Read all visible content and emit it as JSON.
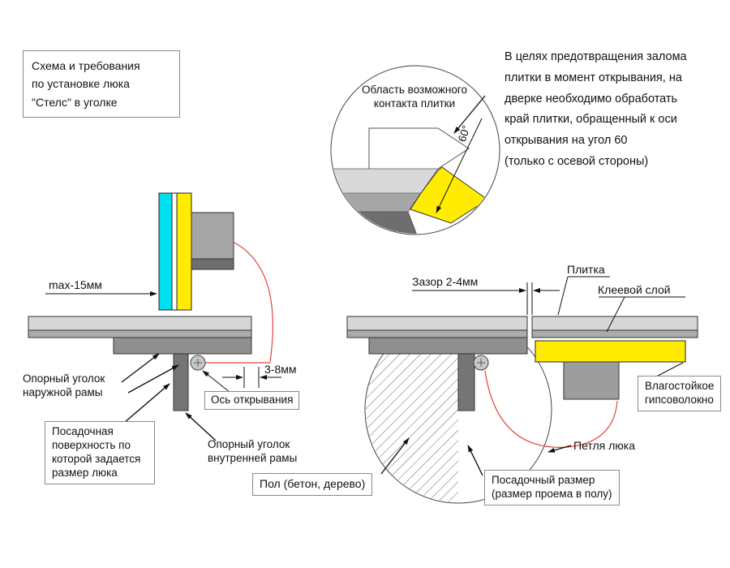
{
  "colors": {
    "cyan": "#00dff0",
    "yellow": "#ffec00",
    "red": "#e8413c"
  },
  "title_box": {
    "text": "Схема и требования\nпо установке люка\n\"Стелс\" в уголке"
  },
  "note": {
    "text": "В целях предотвращения залома\nплитки в момент открывания, на\nдверке необходимо обработать\nкрай плитки, обращенный к оси\nоткрывания на угол 60\n(только с осевой стороны)"
  },
  "detail": {
    "label": "Область возможного\nконтакта плитки",
    "angle": "60°"
  },
  "left_diagram": {
    "max_thickness": "max-15мм",
    "edge_gap": "3-8мм",
    "axis": "Ось открывания",
    "outer_corner": "Опорный уголок\nнаружной рамы",
    "seating_surface": "Посадочная\nповерхность по\nкоторой задается\nразмер люка",
    "inner_corner": "Опорный уголок\nвнутренней рамы"
  },
  "right_diagram": {
    "gap": "Зазор 2-4мм",
    "tile": "Плитка",
    "glue": "Клеевой слой",
    "gypsum": "Влагостойкое\nгипсоволокно",
    "hinge": "Петля люка",
    "floor": "Пол (бетон, дерево)",
    "seat_size": "Посадочный размер\n(размер проема в полу)"
  }
}
